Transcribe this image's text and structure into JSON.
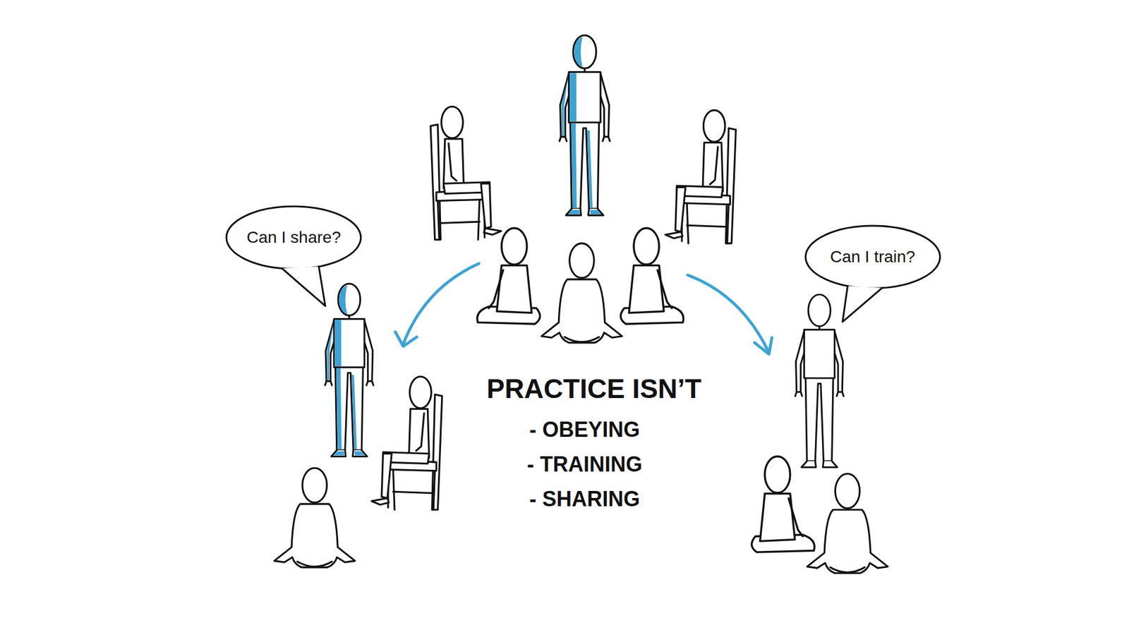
{
  "diagram": {
    "nodes": [
      {
        "text": [
          "Can I share?"
        ]
      },
      {
        "text": [
          "Can I train?"
        ]
      }
    ],
    "labels": [
      "PRACTICE ISN’T",
      "- OBEYING",
      "- TRAINING",
      "- SHARING"
    ]
  }
}
